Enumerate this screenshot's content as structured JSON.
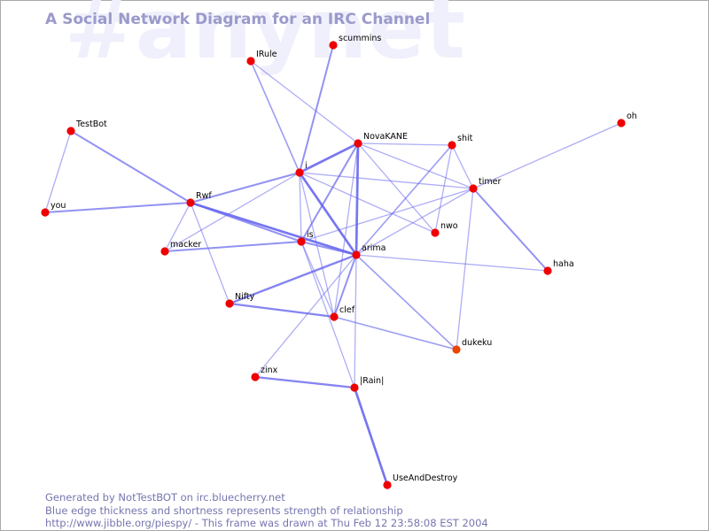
{
  "header": {
    "watermark": "#anynet",
    "title": "A Social Network Diagram for an IRC Channel"
  },
  "graph": {
    "node_color": "#ee0000",
    "highlight_color": "#ee4400",
    "edge_color": "#6666ee",
    "nodes": [
      {
        "id": "scummins",
        "label": "scummins"
      },
      {
        "id": "IRule",
        "label": "IRule"
      },
      {
        "id": "TestBot",
        "label": "TestBot"
      },
      {
        "id": "NovaKANE",
        "label": "NovaKANE"
      },
      {
        "id": "shit",
        "label": "shit"
      },
      {
        "id": "oh",
        "label": "oh"
      },
      {
        "id": "i",
        "label": "i"
      },
      {
        "id": "timer",
        "label": "timer"
      },
      {
        "id": "Rwf",
        "label": "Rwf"
      },
      {
        "id": "you",
        "label": "you"
      },
      {
        "id": "nwo",
        "label": "nwo"
      },
      {
        "id": "macker",
        "label": "macker"
      },
      {
        "id": "is",
        "label": "is"
      },
      {
        "id": "arima",
        "label": "arima"
      },
      {
        "id": "haha",
        "label": "haha"
      },
      {
        "id": "Nifty",
        "label": "Nifty"
      },
      {
        "id": "clef",
        "label": "clef"
      },
      {
        "id": "dukeku",
        "label": "dukeku"
      },
      {
        "id": "zinx",
        "label": "zinx"
      },
      {
        "id": "IRain",
        "label": "|Rain|"
      },
      {
        "id": "UseAndDestroy",
        "label": "UseAndDestroy"
      }
    ],
    "edges": [
      {
        "source": "IRule",
        "target": "i",
        "weight": 1.5
      },
      {
        "source": "IRule",
        "target": "NovaKANE",
        "weight": 1
      },
      {
        "source": "scummins",
        "target": "i",
        "weight": 2
      },
      {
        "source": "TestBot",
        "target": "you",
        "weight": 1
      },
      {
        "source": "TestBot",
        "target": "Rwf",
        "weight": 2
      },
      {
        "source": "you",
        "target": "Rwf",
        "weight": 2
      },
      {
        "source": "i",
        "target": "NovaKANE",
        "weight": 3
      },
      {
        "source": "i",
        "target": "Rwf",
        "weight": 2
      },
      {
        "source": "i",
        "target": "timer",
        "weight": 1
      },
      {
        "source": "i",
        "target": "arima",
        "weight": 3
      },
      {
        "source": "i",
        "target": "nwo",
        "weight": 1
      },
      {
        "source": "i",
        "target": "is",
        "weight": 1
      },
      {
        "source": "i",
        "target": "clef",
        "weight": 1
      },
      {
        "source": "i",
        "target": "macker",
        "weight": 1
      },
      {
        "source": "NovaKANE",
        "target": "arima",
        "weight": 3
      },
      {
        "source": "NovaKANE",
        "target": "shit",
        "weight": 1
      },
      {
        "source": "NovaKANE",
        "target": "timer",
        "weight": 1
      },
      {
        "source": "NovaKANE",
        "target": "is",
        "weight": 2
      },
      {
        "source": "NovaKANE",
        "target": "nwo",
        "weight": 1
      },
      {
        "source": "NovaKANE",
        "target": "clef",
        "weight": 1
      },
      {
        "source": "shit",
        "target": "arima",
        "weight": 1.5
      },
      {
        "source": "shit",
        "target": "nwo",
        "weight": 1
      },
      {
        "source": "shit",
        "target": "timer",
        "weight": 1
      },
      {
        "source": "oh",
        "target": "timer",
        "weight": 1
      },
      {
        "source": "timer",
        "target": "arima",
        "weight": 1
      },
      {
        "source": "timer",
        "target": "haha",
        "weight": 2
      },
      {
        "source": "timer",
        "target": "is",
        "weight": 1
      },
      {
        "source": "timer",
        "target": "dukeku",
        "weight": 1
      },
      {
        "source": "Rwf",
        "target": "arima",
        "weight": 3
      },
      {
        "source": "Rwf",
        "target": "is",
        "weight": 2
      },
      {
        "source": "Rwf",
        "target": "macker",
        "weight": 1
      },
      {
        "source": "Rwf",
        "target": "Nifty",
        "weight": 1
      },
      {
        "source": "macker",
        "target": "is",
        "weight": 2
      },
      {
        "source": "is",
        "target": "arima",
        "weight": 2
      },
      {
        "source": "is",
        "target": "clef",
        "weight": 1
      },
      {
        "source": "is",
        "target": "IRain",
        "weight": 1
      },
      {
        "source": "arima",
        "target": "Nifty",
        "weight": 2.5
      },
      {
        "source": "arima",
        "target": "clef",
        "weight": 2
      },
      {
        "source": "arima",
        "target": "dukeku",
        "weight": 1.5
      },
      {
        "source": "arima",
        "target": "haha",
        "weight": 1
      },
      {
        "source": "arima",
        "target": "zinx",
        "weight": 1
      },
      {
        "source": "arima",
        "target": "IRain",
        "weight": 1
      },
      {
        "source": "Nifty",
        "target": "clef",
        "weight": 2.5
      },
      {
        "source": "clef",
        "target": "dukeku",
        "weight": 1.5
      },
      {
        "source": "zinx",
        "target": "IRain",
        "weight": 2.5
      },
      {
        "source": "IRain",
        "target": "UseAndDestroy",
        "weight": 3
      }
    ]
  },
  "footer": {
    "line1": "Generated by NotTestBOT on irc.bluecherry.net",
    "line2": "Blue edge thickness and shortness represents strength of relationship",
    "line3": "http://www.jibble.org/piespy/ - This frame was drawn at Thu Feb 12 23:58:08 EST 2004"
  }
}
